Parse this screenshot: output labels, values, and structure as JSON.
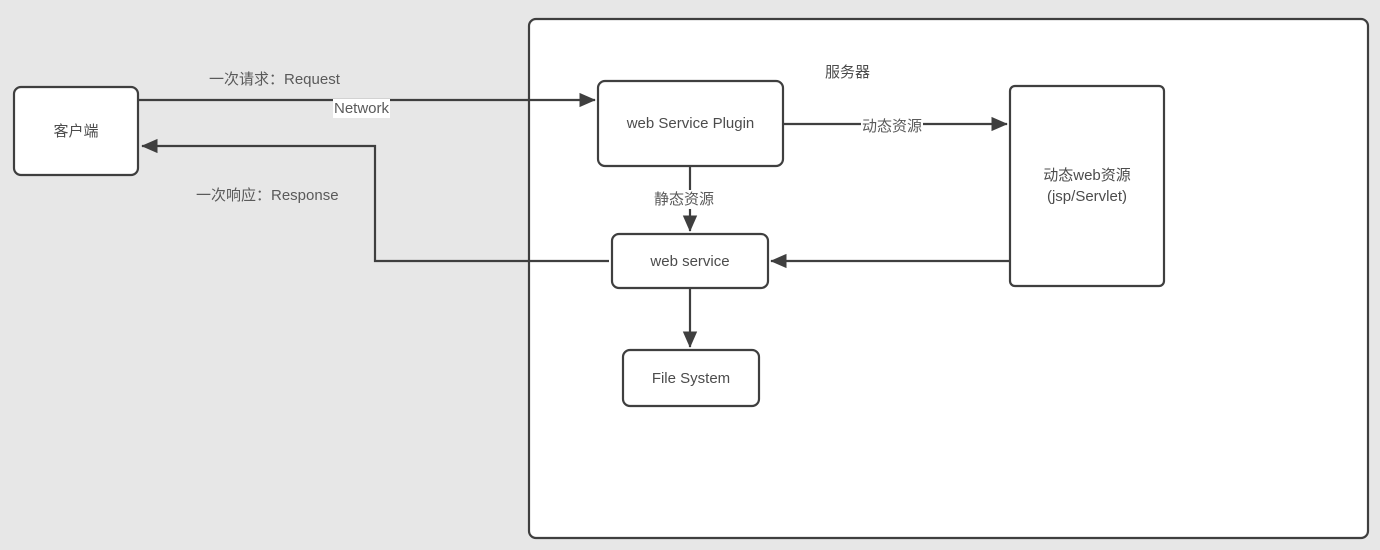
{
  "canvas": {
    "background_color": "#e7e7e7",
    "surface_color": "#ffffff",
    "stroke_color": "#3f3f3f",
    "text_color": "#4c4c4c"
  },
  "container": {
    "name": "server-container",
    "title": "服务器"
  },
  "nodes": [
    {
      "id": "client",
      "label": "客户端"
    },
    {
      "id": "plugin",
      "label": "web Service Plugin"
    },
    {
      "id": "dynamic",
      "label": "动态web资源\n(jsp/Servlet)"
    },
    {
      "id": "webservice",
      "label": "web service"
    },
    {
      "id": "filesystem",
      "label": "File System"
    }
  ],
  "edges": [
    {
      "id": "request",
      "from": "client",
      "to": "plugin",
      "label": "一次请求：Request"
    },
    {
      "id": "network",
      "from": "client",
      "to": "plugin",
      "label": "Network"
    },
    {
      "id": "response",
      "from": "webservice",
      "to": "client",
      "label": "一次响应：Response"
    },
    {
      "id": "dynamic-resource",
      "from": "plugin",
      "to": "dynamic",
      "label": "动态资源"
    },
    {
      "id": "static-resource",
      "from": "plugin",
      "to": "webservice",
      "label": "静态资源"
    },
    {
      "id": "dynamic-return",
      "from": "dynamic",
      "to": "webservice",
      "label": ""
    },
    {
      "id": "file-read",
      "from": "webservice",
      "to": "filesystem",
      "label": ""
    }
  ],
  "watermark": {
    "text": ""
  }
}
